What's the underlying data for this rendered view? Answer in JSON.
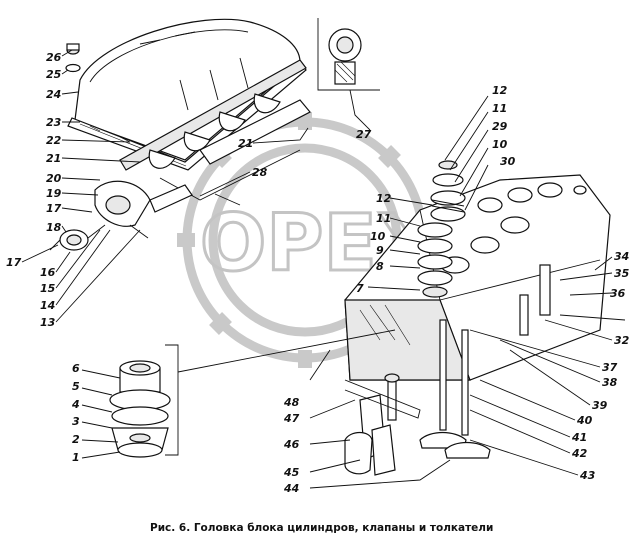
{
  "caption": "Рис. 6. Головка блока цилиндров, клапаны и толкатели",
  "watermark": "OPEX",
  "callouts": [
    "1",
    "2",
    "3",
    "4",
    "5",
    "6",
    "7",
    "8",
    "9",
    "10",
    "10",
    "11",
    "11",
    "12",
    "12",
    "13",
    "14",
    "15",
    "16",
    "17",
    "17",
    "18",
    "19",
    "20",
    "21",
    "21",
    "22",
    "23",
    "24",
    "25",
    "26",
    "27",
    "28",
    "29",
    "30",
    "32",
    "34",
    "35",
    "36",
    "37",
    "38",
    "39",
    "40",
    "41",
    "42",
    "43",
    "44",
    "45",
    "46",
    "47",
    "48"
  ]
}
